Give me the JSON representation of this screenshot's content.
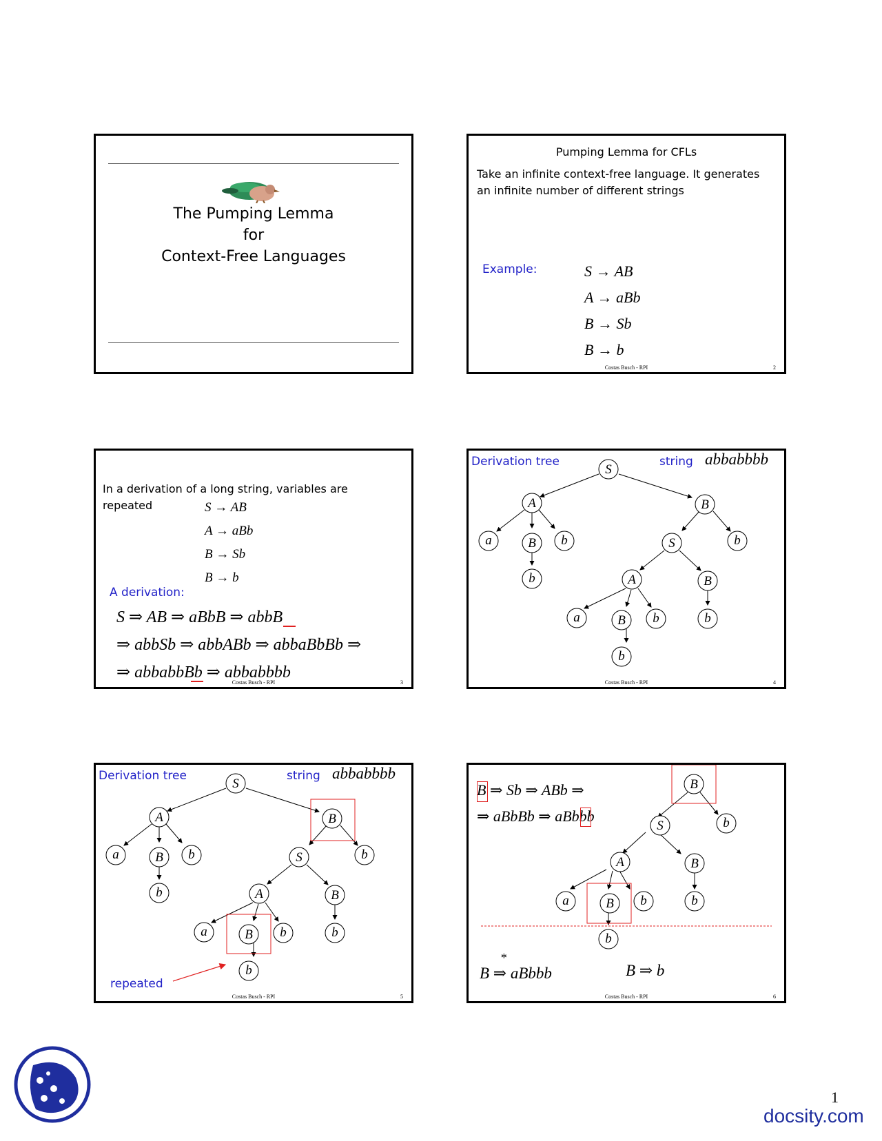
{
  "slide1": {
    "title_lines": [
      "The Pumping Lemma",
      "for",
      "Context-Free Languages"
    ]
  },
  "slide2": {
    "title": "Pumping Lemma for CFLs",
    "text_line1": "Take an infinite context-free language. It generates",
    "text_line2": "an infinite number of different strings",
    "example_label": "Example:",
    "rules": [
      "S → AB",
      "A → aBb",
      "B → Sb",
      "B → b"
    ],
    "footer": "Costas Busch - RPI",
    "page": "2"
  },
  "slide3": {
    "text_line1": "In a derivation of a long string, variables are",
    "text_line2": "repeated",
    "rules": [
      "S → AB",
      "A → aBb",
      "B → Sb",
      "B → b"
    ],
    "derivation_label": "A derivation:",
    "derivation_lines": [
      "S ⇒ AB ⇒ aBbB ⇒ abbB",
      "⇒ abbSb ⇒ abbABb ⇒ abbaBbBb ⇒",
      "⇒ abbabbBb ⇒ abbabbbb"
    ],
    "footer": "Costas Busch - RPI",
    "page": "3"
  },
  "slide4": {
    "label": "Derivation tree",
    "string_label": "string",
    "string_value": "abbabbbb",
    "footer": "Costas Busch - RPI",
    "page": "4"
  },
  "slide5": {
    "label": "Derivation tree",
    "string_label": "string",
    "string_value": "abbabbbb",
    "repeated_label": "repeated",
    "footer": "Costas Busch - RPI",
    "page": "5"
  },
  "slide6": {
    "line1": "B ⇒ Sb ⇒ ABb ⇒",
    "line2": "⇒ aBbBb ⇒ aBbbb",
    "star": "*",
    "result1": "B ⇒ aBbbb",
    "result2": "B ⇒ b",
    "footer": "Costas Busch - RPI",
    "page": "6"
  },
  "page_number": "1",
  "brand": "docsity.com",
  "colors": {
    "accent_blue": "#2323c8",
    "highlight_red": "#e02020",
    "brand_blue": "#1f2e9e"
  }
}
